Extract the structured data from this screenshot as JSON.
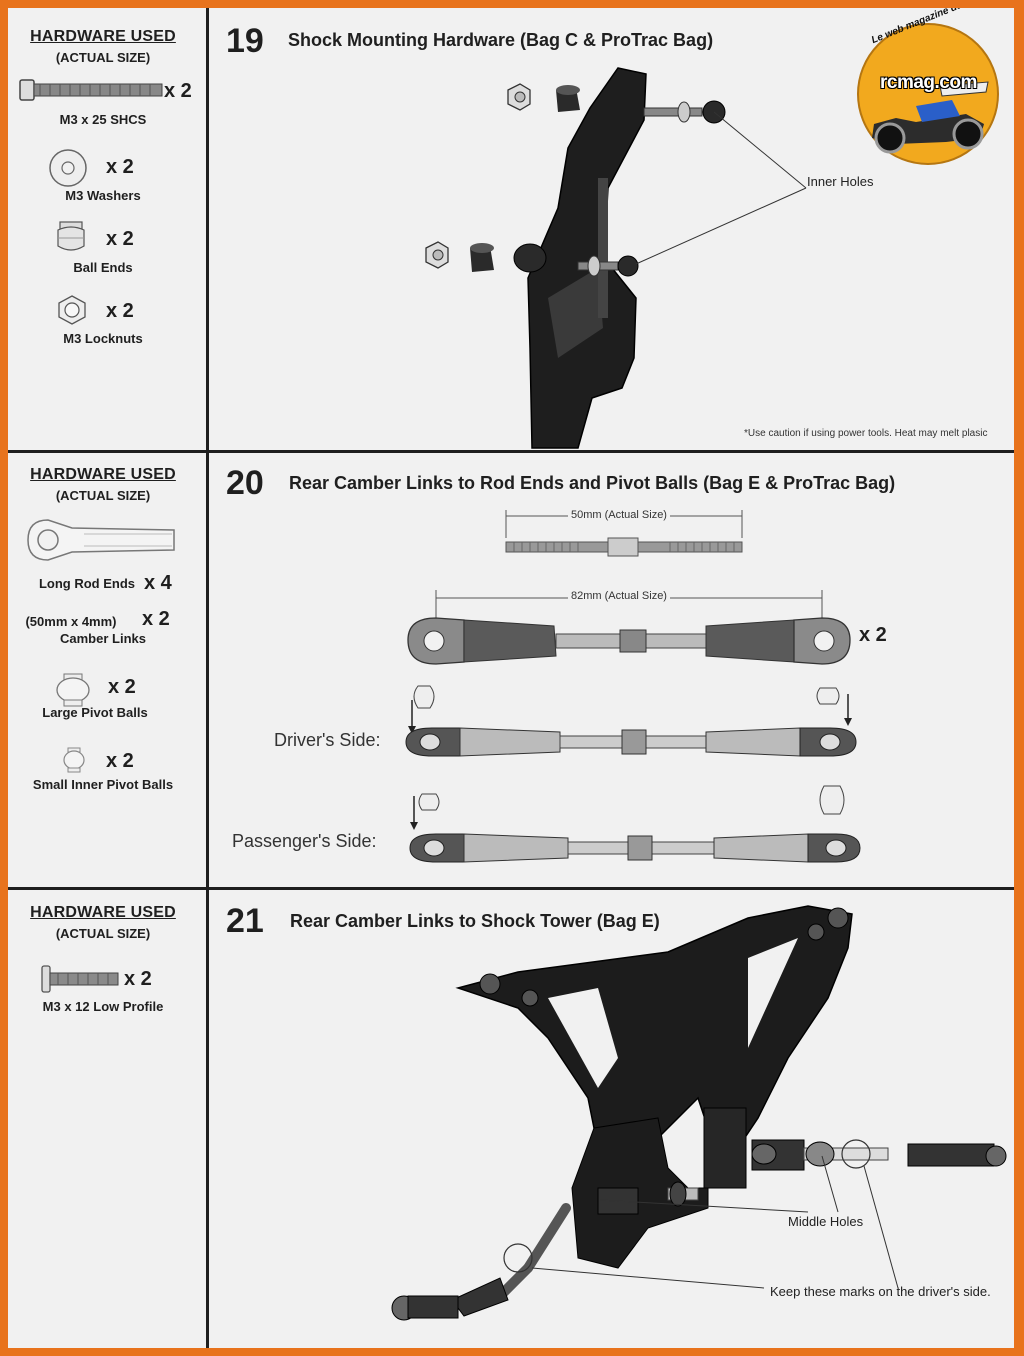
{
  "logo": {
    "name": "rcmag.com",
    "tagline": "Le web magazine du modelisme",
    "color": "#f2a91e"
  },
  "hardware_title": "HARDWARE USED",
  "hardware_subtitle": "(ACTUAL SIZE)",
  "steps": [
    {
      "number": "19",
      "title": "Shock Mounting Hardware (Bag C & ProTrac Bag)",
      "parts": [
        {
          "qty": "x 2",
          "label": "M3 x 25 SHCS",
          "icon": "shcs-screw-icon"
        },
        {
          "qty": "x 2",
          "label": "M3 Washers",
          "icon": "washer-icon"
        },
        {
          "qty": "x 2",
          "label": "Ball Ends",
          "icon": "ball-end-icon"
        },
        {
          "qty": "x 2",
          "label": "M3 Locknuts",
          "icon": "locknut-icon"
        }
      ],
      "callouts": [
        "Inner Holes"
      ],
      "note": "*Use caution if using power tools. Heat may melt plasic"
    },
    {
      "number": "20",
      "title": "Rear Camber Links to Rod Ends and Pivot Balls (Bag E & ProTrac Bag)",
      "parts": [
        {
          "qty": "x 4",
          "label": "Long Rod Ends",
          "icon": "rod-end-icon"
        },
        {
          "qty": "x 2",
          "label": "(50mm x 4mm)",
          "label2": "Camber Links",
          "icon": "camber-link-icon"
        },
        {
          "qty": "x 2",
          "label": "Large Pivot Balls",
          "icon": "large-pivot-ball-icon"
        },
        {
          "qty": "x 2",
          "label": "Small Inner Pivot Balls",
          "icon": "small-pivot-ball-icon"
        }
      ],
      "dimensions": [
        "50mm (Actual Size)",
        "82mm (Actual Size)"
      ],
      "assembly_qty": "x 2",
      "sides": [
        "Driver's Side:",
        "Passenger's Side:"
      ]
    },
    {
      "number": "21",
      "title": "Rear Camber Links to Shock Tower (Bag E)",
      "parts": [
        {
          "qty": "x 2",
          "label": "M3 x 12 Low Profile",
          "icon": "low-profile-screw-icon"
        }
      ],
      "callouts": [
        "Middle Holes",
        "Keep these marks on the driver's side."
      ]
    }
  ]
}
